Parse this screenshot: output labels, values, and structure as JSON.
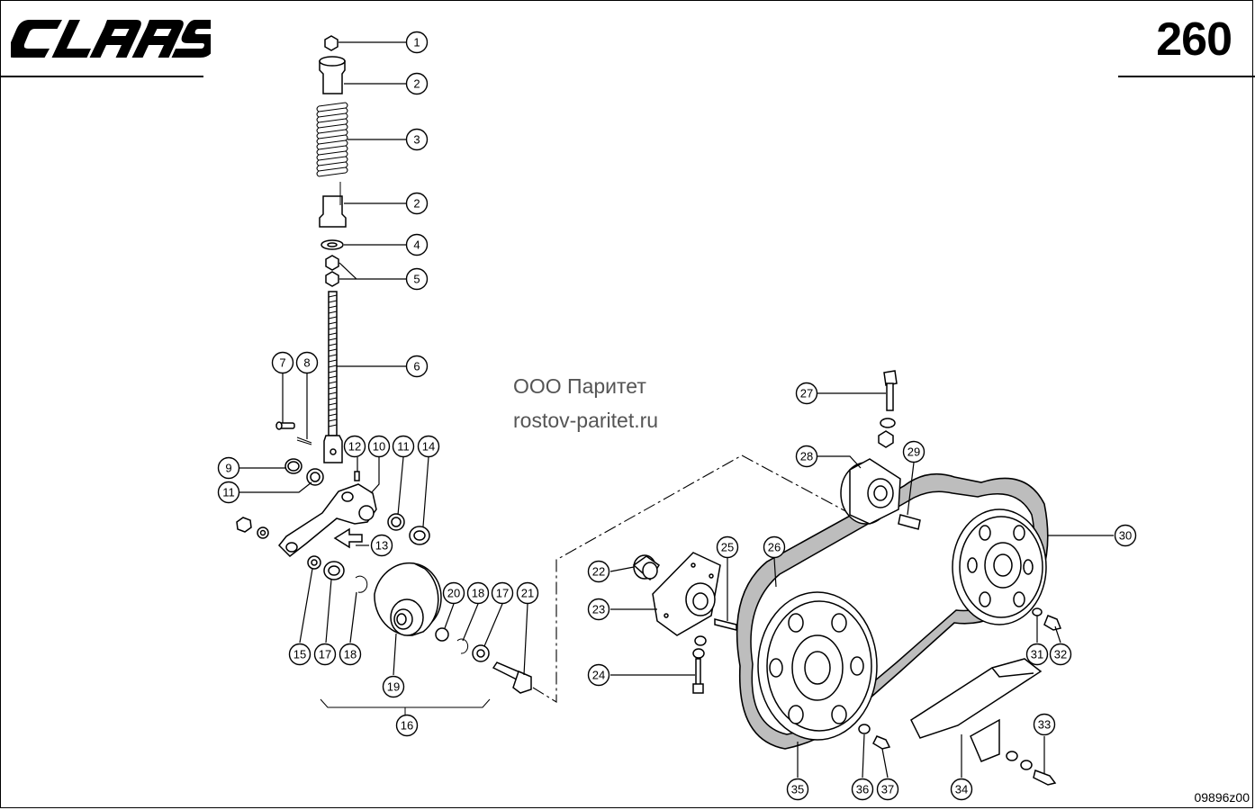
{
  "header": {
    "brand": "CLAAS",
    "page_number": "260"
  },
  "watermark": {
    "company": "ООО Паритет",
    "website": "rostov-paritet.ru"
  },
  "footer": {
    "drawing_code": "09896z00"
  },
  "callouts": [
    {
      "id": "c1",
      "label": "1"
    },
    {
      "id": "c2a",
      "label": "2"
    },
    {
      "id": "c3",
      "label": "3"
    },
    {
      "id": "c2b",
      "label": "2"
    },
    {
      "id": "c4",
      "label": "4"
    },
    {
      "id": "c5",
      "label": "5"
    },
    {
      "id": "c6",
      "label": "6"
    },
    {
      "id": "c7",
      "label": "7"
    },
    {
      "id": "c8",
      "label": "8"
    },
    {
      "id": "c9",
      "label": "9"
    },
    {
      "id": "c11a",
      "label": "11"
    },
    {
      "id": "c12",
      "label": "12"
    },
    {
      "id": "c10",
      "label": "10"
    },
    {
      "id": "c11b",
      "label": "11"
    },
    {
      "id": "c14",
      "label": "14"
    },
    {
      "id": "c13",
      "label": "13"
    },
    {
      "id": "c15",
      "label": "15"
    },
    {
      "id": "c17a",
      "label": "17"
    },
    {
      "id": "c18a",
      "label": "18"
    },
    {
      "id": "c19",
      "label": "19"
    },
    {
      "id": "c16",
      "label": "16"
    },
    {
      "id": "c20",
      "label": "20"
    },
    {
      "id": "c18b",
      "label": "18"
    },
    {
      "id": "c17b",
      "label": "17"
    },
    {
      "id": "c21",
      "label": "21"
    },
    {
      "id": "c22",
      "label": "22"
    },
    {
      "id": "c23",
      "label": "23"
    },
    {
      "id": "c24",
      "label": "24"
    },
    {
      "id": "c25",
      "label": "25"
    },
    {
      "id": "c26",
      "label": "26"
    },
    {
      "id": "c27",
      "label": "27"
    },
    {
      "id": "c28",
      "label": "28"
    },
    {
      "id": "c29",
      "label": "29"
    },
    {
      "id": "c30",
      "label": "30"
    },
    {
      "id": "c31",
      "label": "31"
    },
    {
      "id": "c32",
      "label": "32"
    },
    {
      "id": "c33",
      "label": "33"
    },
    {
      "id": "c34",
      "label": "34"
    },
    {
      "id": "c35",
      "label": "35"
    },
    {
      "id": "c36",
      "label": "36"
    },
    {
      "id": "c37",
      "label": "37"
    }
  ]
}
